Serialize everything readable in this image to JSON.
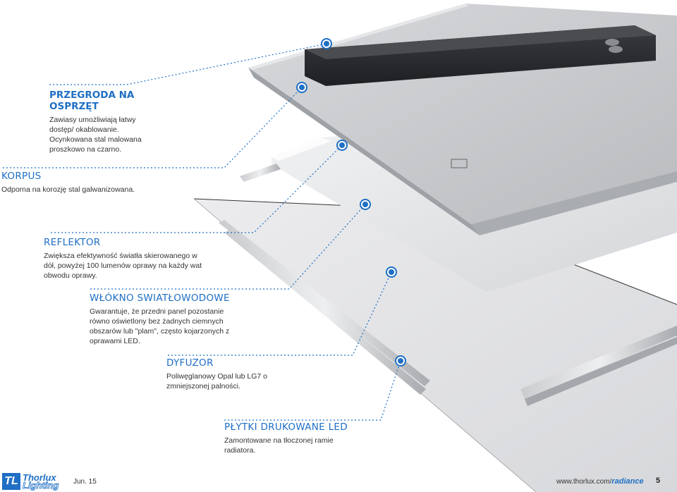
{
  "callouts": {
    "przegroda": {
      "title": "PRZEGRODA NA OSPRZĘT",
      "text": "Zawiasy umożliwiają łatwy dostęp/ okablowanie. Ocynkowana stal malowana proszkowo na czarno."
    },
    "korpus": {
      "title": "KORPUS",
      "text": "Odporna na korozję stal galwanizowana."
    },
    "reflektor": {
      "title": "REFLEKTOR",
      "text": "Zwiększa efektywność światła skierowanego w dół, powyżej 100 lumenów oprawy na każdy wat obwodu oprawy."
    },
    "wlokno": {
      "title": "WŁÓKNO SWIATŁOWODOWE",
      "text": "Gwarantuje, że przedni panel pozostanie równo oświetlony bez żadnych ciemnych obszarów lub \"plam\", często kojarzonych z oprawami LED."
    },
    "dyfuzor": {
      "title": "DYFUZOR",
      "text": "Poliwęglanowy Opal lub LG7 o zmniejszonej palności."
    },
    "plytki": {
      "title": "PŁYTKI DRUKOWANE LED",
      "text": "Zamontowane na tłoczonej ramie radiatora."
    }
  },
  "footer": {
    "logo_line1": "Thorlux",
    "logo_line2": "Lighting",
    "logo_mark": "TL",
    "date": "Jun. 15",
    "url_prefix": "www.thorlux.com/",
    "url_emph": "radiance",
    "page": "5"
  },
  "colors": {
    "accent": "#1f6fc5",
    "dot": "#1f6fc5",
    "panel": "#c4c6c9",
    "gear_tray": "#2b2d30"
  },
  "icons": {
    "callout_marker": "circle-dot-icon",
    "brand": "thorlux-logo-icon"
  }
}
